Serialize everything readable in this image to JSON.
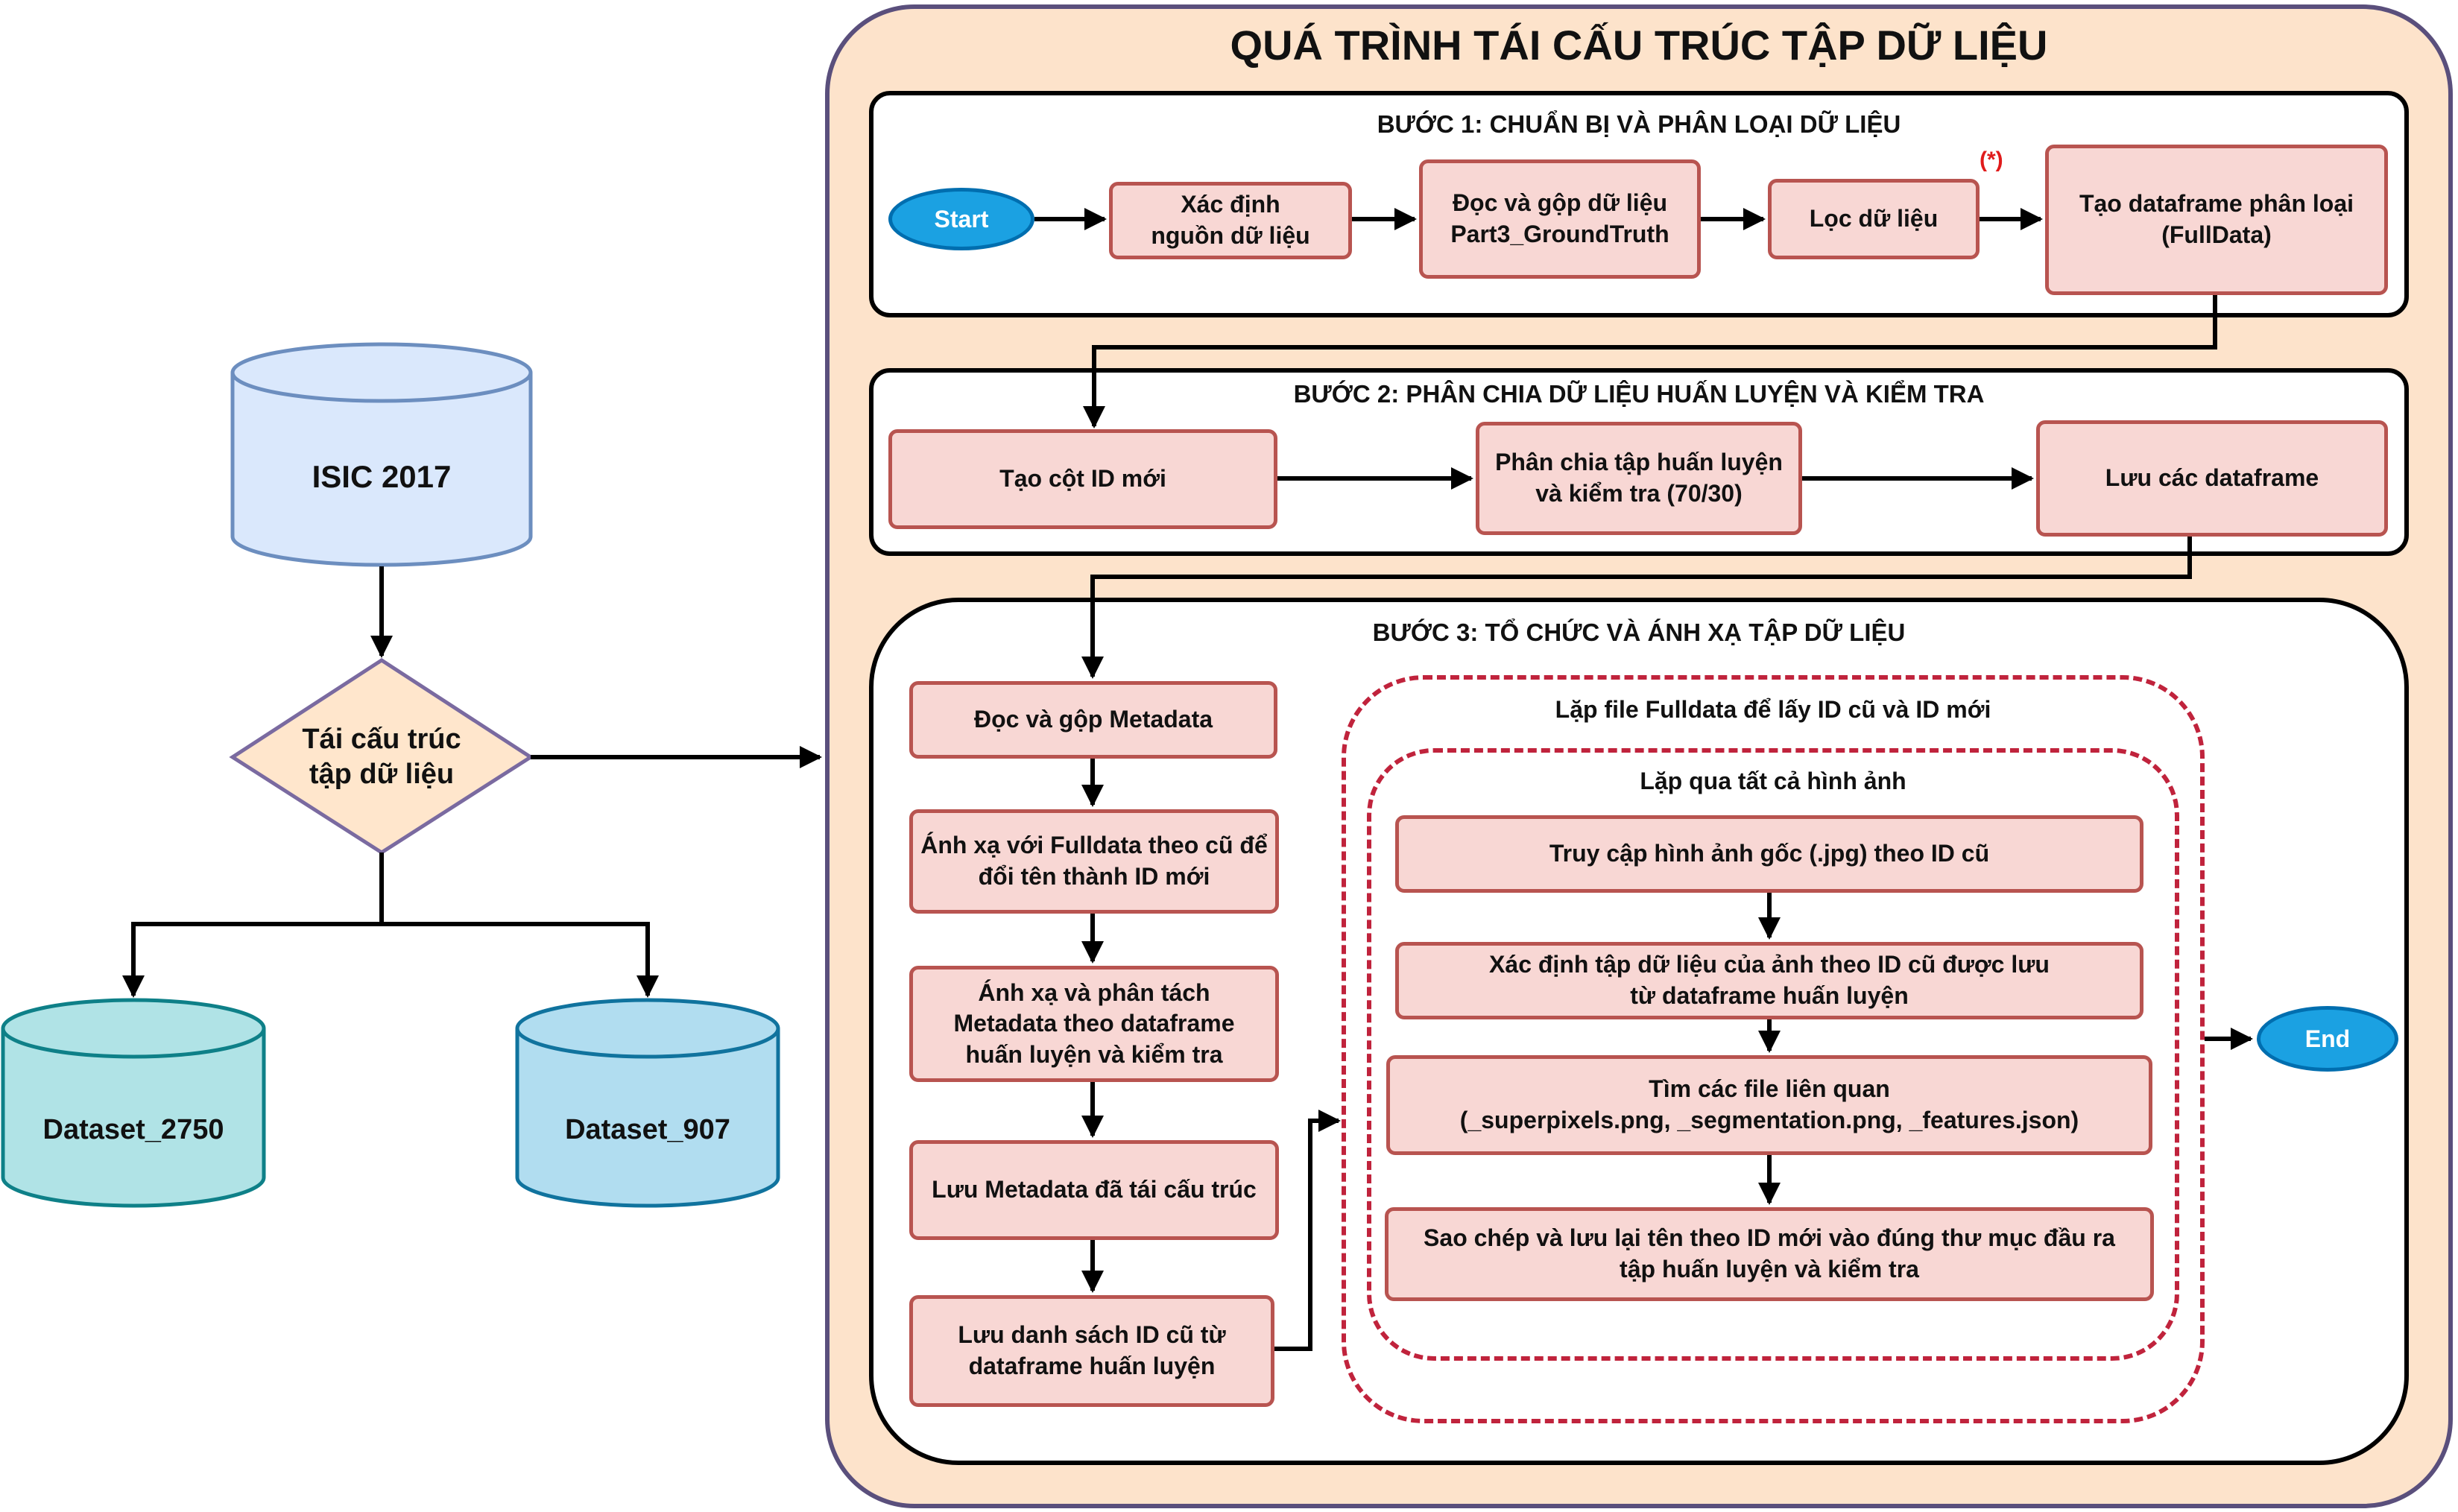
{
  "left": {
    "source_db": "ISIC 2017",
    "decision": "Tái cấu trúc\ntập dữ liệu",
    "dataset_a": "Dataset_2750",
    "dataset_b": "Dataset_907"
  },
  "main": {
    "title": "QUÁ TRÌNH TÁI CẤU TRÚC TẬP DỮ LIỆU",
    "step1": {
      "title": "BƯỚC 1: CHUẨN BỊ VÀ PHÂN LOẠI DỮ LIỆU",
      "start": "Start",
      "boxes": [
        "Xác định\nnguồn dữ liệu",
        "Đọc và gộp dữ liệu\nPart3_GroundTruth",
        "Lọc dữ liệu",
        "Tạo dataframe phân loại\n(FullData)"
      ],
      "note": "(*)"
    },
    "step2": {
      "title": "BƯỚC 2: PHÂN CHIA DỮ LIỆU HUẤN LUYỆN VÀ KIỂM TRA",
      "boxes": [
        "Tạo cột ID mới",
        "Phân chia tập huấn luyện\nvà kiểm tra (70/30)",
        "Lưu các dataframe"
      ]
    },
    "step3": {
      "title": "BƯỚC 3: TỔ CHỨC VÀ ÁNH XẠ TẬP DỮ LIỆU",
      "left_boxes": [
        "Đọc và gộp Metadata",
        "Ánh xạ với Fulldata theo cũ để\nđổi tên thành ID mới",
        "Ánh xạ và phân tách\nMetadata theo dataframe\nhuấn luyện và kiểm tra",
        "Lưu Metadata đã tái cấu trúc",
        "Lưu danh sách ID cũ từ\ndataframe huấn luyện"
      ],
      "outer_loop": "Lặp file Fulldata để lấy ID cũ và ID mới",
      "inner_loop": "Lặp qua tất cả hình ảnh",
      "inner_boxes": [
        "Truy cập hình ảnh gốc (.jpg) theo ID cũ",
        "Xác định tập dữ liệu của ảnh theo ID cũ được lưu\ntừ dataframe huấn luyện",
        "Tìm các file liên quan\n(_superpixels.png, _segmentation.png, _features.json)",
        "Sao chép và lưu lại tên theo ID mới vào đúng thư mục đầu ra\ntập huấn luyện và kiểm tra"
      ],
      "end": "End"
    }
  },
  "colors": {
    "process_fill": "#f8d7d4",
    "process_stroke": "#b85450",
    "outer_fill": "#fde3cb",
    "outer_stroke": "#5a4f7c",
    "loop_stroke": "#c0233c",
    "terminal_fill": "#1ba1e2",
    "isic_fill": "#dae8fc",
    "decision_fill": "#ffe6cc",
    "dataset_a_fill": "#b0e3e6",
    "dataset_b_fill": "#b1ddf0"
  }
}
